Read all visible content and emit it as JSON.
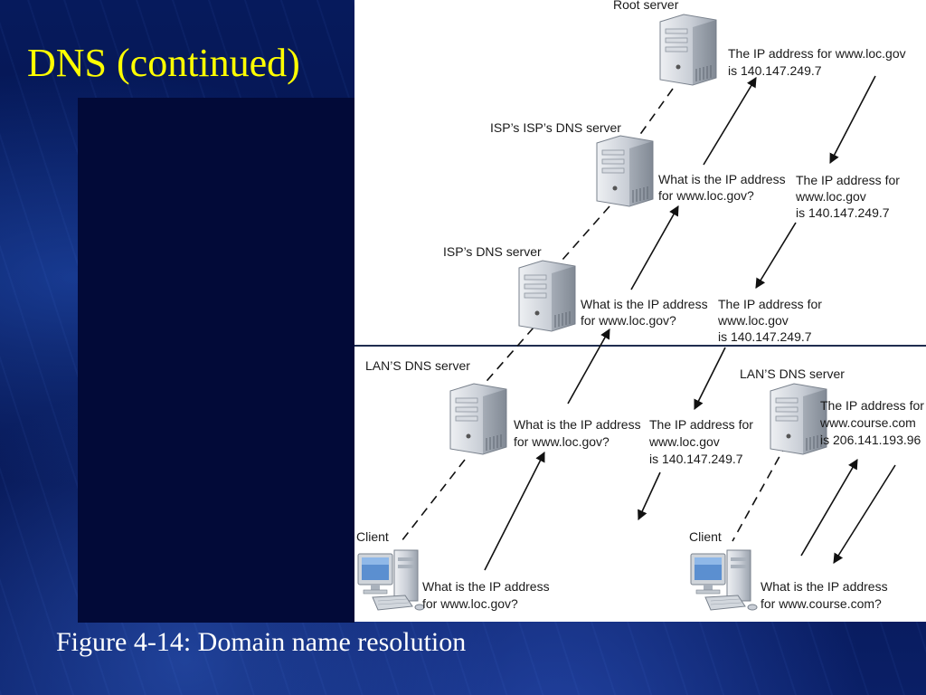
{
  "slide": {
    "title": "DNS (continued)",
    "caption": "Figure 4-14: Domain name resolution"
  },
  "diagram": {
    "root_server": "Root server",
    "isp_isp_server": "ISP’s ISP’s DNS server",
    "isp_server": "ISP’s DNS server",
    "lan_server_left": "LAN’S DNS server",
    "lan_server_right": "LAN’S DNS server",
    "client_left": "Client",
    "client_right": "Client",
    "root_reply": [
      "The IP address for www.loc.gov",
      "is 140.147.249.7"
    ],
    "isp_isp_query": [
      "What is the IP address",
      "for www.loc.gov?"
    ],
    "isp_isp_reply": [
      "The IP address for",
      "www.loc.gov",
      "is 140.147.249.7"
    ],
    "isp_query": [
      "What is the IP address",
      "for www.loc.gov?"
    ],
    "isp_reply": [
      "The IP address for",
      "www.loc.gov",
      "is 140.147.249.7"
    ],
    "lan_query": [
      "What is the IP address",
      "for www.loc.gov?"
    ],
    "lan_reply": [
      "The IP address for",
      "www.loc.gov",
      "is 140.147.249.7"
    ],
    "client_query": [
      "What is the IP address",
      "for www.loc.gov?"
    ],
    "lan2_reply": [
      "The IP address for",
      "www.course.com",
      "is 206.141.193.96"
    ],
    "client2_query": [
      "What is the IP address",
      "for www.course.com?"
    ]
  }
}
